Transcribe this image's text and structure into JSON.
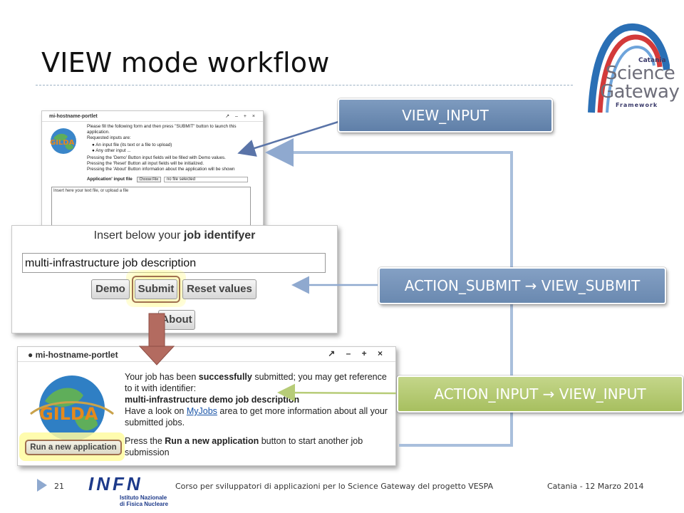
{
  "slide": {
    "title": "VIEW mode workflow",
    "page_number": "21",
    "footer_center": "Corso per sviluppatori di applicazioni per lo Science Gateway del progetto VESPA",
    "footer_right": "Catania - 12 Marzo 2014"
  },
  "logo": {
    "catania": "Catania",
    "science": "Science",
    "gateway": "Gateway",
    "framework": "Framework"
  },
  "infn": {
    "word": "INFN",
    "line1": "Istituto Nazionale",
    "line2": "di Fisica Nucleare"
  },
  "labels": {
    "view_input": "VIEW_INPUT",
    "action_submit": "ACTION_SUBMIT → VIEW_SUBMIT",
    "action_input": "ACTION_INPUT → VIEW_INPUT"
  },
  "panel1": {
    "title": "mi-hostname-portlet",
    "window_controls": "↗ – + ×",
    "line1": "Please fill the following form and then press \"SUBMIT\" button to launch this application.",
    "line2": "Requested inputs are:",
    "bullet1": "An input file (its text or a file to upload)",
    "bullet2": "Any other input ...",
    "line3": "Pressing the 'Demo' Button input fields will be filled with Demo values.",
    "line4": "Pressing the 'Reset' Button all input fields will be initialized.",
    "line5": "Pressing the 'About' Button information about the application will be shown",
    "file_label": "Application' input file",
    "file_button": "Choose File",
    "file_value": "no file selected",
    "textarea_placeholder": "Insert here your text file, or upload a file"
  },
  "panel2": {
    "heading_prefix": "Insert below your ",
    "heading_bold": "job identifyer",
    "job_input_value": "multi-infrastructure job description",
    "demo_button": "Demo",
    "submit_button": "Submit",
    "reset_button": "Reset values",
    "about_button": "About"
  },
  "panel3": {
    "title": "mi-hostname-portlet",
    "window_controls": "↗ – + ×",
    "msg_part1": "Your job has been ",
    "msg_bold1": "successfully",
    "msg_part2": " submitted; you may get reference to it with identifier:",
    "job_id": "multi-infrastructure demo job description",
    "msg_part3": "Have a look on ",
    "myjobs_link": "MyJobs",
    "msg_part4": " area to get more information about all your submitted jobs.",
    "msg2_part1": "Press the ",
    "msg2_bold": "Run a new application",
    "msg2_part2": " button to start another job submission",
    "run_button": "Run a new application"
  },
  "colors": {
    "view_label": "#6c8bb3",
    "submit_label": "#7593ba",
    "input_label": "#b2c96f",
    "infn_blue": "#1d3a8a",
    "arc_blue": "#2a6fb5",
    "arc_red": "#d33a3a"
  }
}
